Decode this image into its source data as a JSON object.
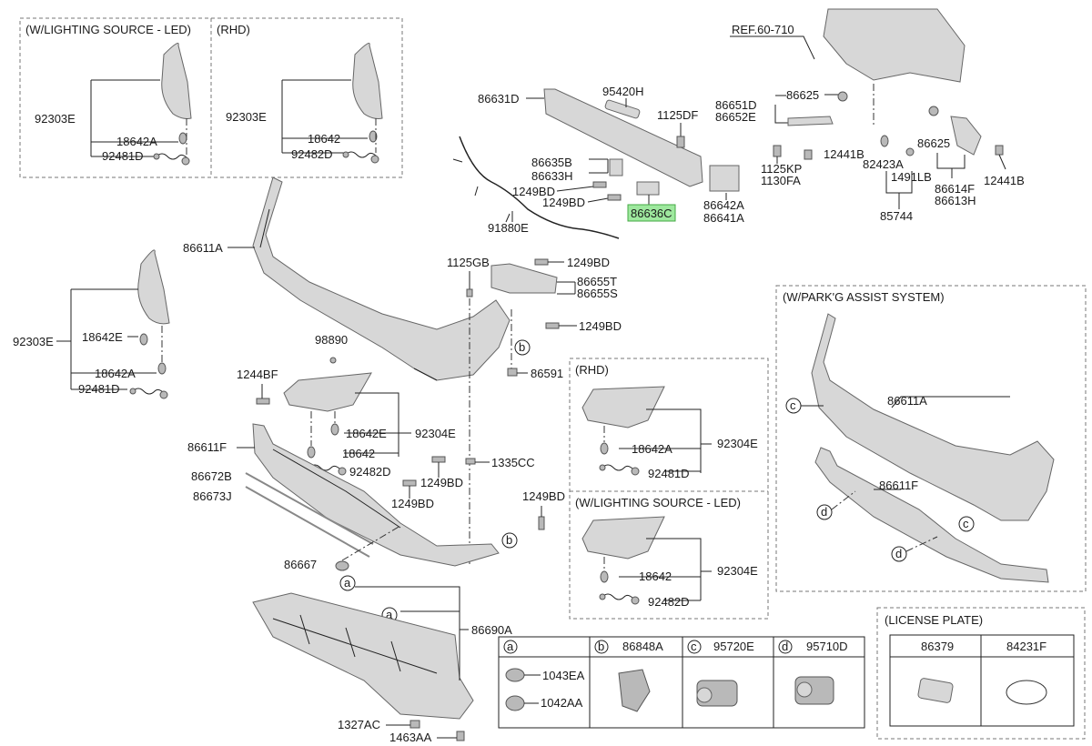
{
  "callouts": {
    "p92303e_a": "92303E",
    "p18642a_a": "18642A",
    "p92481d_a": "92481D",
    "p92303e_b": "92303E",
    "p18642_b": "18642",
    "p92482d_b": "92482D",
    "p92303e_c": "92303E",
    "p18642e_c": "18642E",
    "p18642a_c": "18642A",
    "p92481d_c": "92481D",
    "p86611a": "86611A",
    "p86631d": "86631D",
    "p95420h": "95420H",
    "p1125df": "1125DF",
    "p86635b": "86635B",
    "p86633h": "86633H",
    "p1249bd_1": "1249BD",
    "p1249bd_2": "1249BD",
    "p91880e": "91880E",
    "p86636c": "86636C",
    "p86642a": "86642A",
    "p86641a": "86641A",
    "p1125kp": "1125KP",
    "p1130fa": "1130FA",
    "p86651d": "86651D",
    "p86652e": "86652E",
    "p86625_1": "86625",
    "p12441b_1": "12441B",
    "p82423a": "82423A",
    "p1491lb": "1491LB",
    "p85744": "85744",
    "p86625_2": "86625",
    "p86614f": "86614F",
    "p86613h": "86613H",
    "p12441b_2": "12441B",
    "pref": "REF.60-710",
    "p1125gb": "1125GB",
    "p1249bd_3": "1249BD",
    "p86655t": "86655T",
    "p86655s": "86655S",
    "p1249bd_4": "1249BD",
    "p98890": "98890",
    "p86591": "86591",
    "p1244bf": "1244BF",
    "p18642e_d": "18642E",
    "p92304e_d": "92304E",
    "p18642_d": "18642",
    "p92482d_d": "92482D",
    "p86611f": "86611F",
    "p86672b": "86672B",
    "p86673j": "86673J",
    "p1249bd_5": "1249BD",
    "p1249bd_6": "1249BD",
    "p1335cc": "1335CC",
    "p1249bd_7": "1249BD",
    "p86667": "86667",
    "p86690a": "86690A",
    "p1327ac": "1327AC",
    "p1463aa": "1463AA",
    "p18642a_r": "18642A",
    "p92304e_r": "92304E",
    "p92481d_r": "92481D",
    "p18642_l": "18642",
    "p92304e_l": "92304E",
    "p92482d_l": "92482D",
    "p86611a_p": "86611A",
    "p86611f_p": "86611F"
  },
  "section_titles": {
    "led_top": "(W/LIGHTING SOURCE - LED)",
    "rhd_top": "(RHD)",
    "rhd_mid": "(RHD)",
    "led_mid": "(W/LIGHTING SOURCE - LED)",
    "park_assist": "(W/PARK'G ASSIST SYSTEM)",
    "license_plate": "(LICENSE PLATE)"
  },
  "circle_labels": {
    "a": "a",
    "b": "b",
    "c": "c",
    "d": "d"
  },
  "legend_table": {
    "columns": [
      {
        "key": "a",
        "part": ""
      },
      {
        "key": "b",
        "part": "86848A"
      },
      {
        "key": "c",
        "part": "95720E"
      },
      {
        "key": "d",
        "part": "95710D"
      }
    ],
    "a_items": [
      "1043EA",
      "1042AA"
    ]
  },
  "license_table": {
    "columns": [
      "86379",
      "84231F"
    ]
  },
  "colors": {
    "highlight": "#9ee89e",
    "part_fill": "#d7d7d7",
    "line": "#222222"
  }
}
